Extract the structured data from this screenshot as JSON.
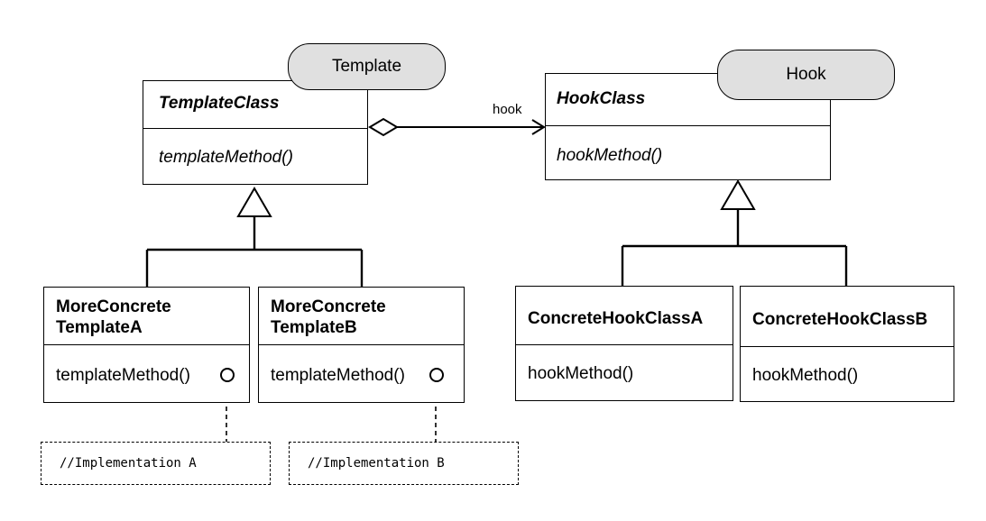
{
  "tags": {
    "template": "Template",
    "hook": "Hook"
  },
  "association_label": "hook",
  "classes": {
    "template_class": {
      "name": "TemplateClass",
      "method": "templateMethod()"
    },
    "hook_class": {
      "name": "HookClass",
      "method": "hookMethod()"
    },
    "more_concrete_a": {
      "name_line1": "MoreConcrete",
      "name_line2": "TemplateA",
      "method": "templateMethod()"
    },
    "more_concrete_b": {
      "name_line1": "MoreConcrete",
      "name_line2": "TemplateB",
      "method": "templateMethod()"
    },
    "concrete_hook_a": {
      "name": "ConcreteHookClassA",
      "method": "hookMethod()"
    },
    "concrete_hook_b": {
      "name": "ConcreteHookClassB",
      "method": "hookMethod()"
    }
  },
  "notes": {
    "impl_a": "//Implementation A",
    "impl_b": "//Implementation B"
  }
}
